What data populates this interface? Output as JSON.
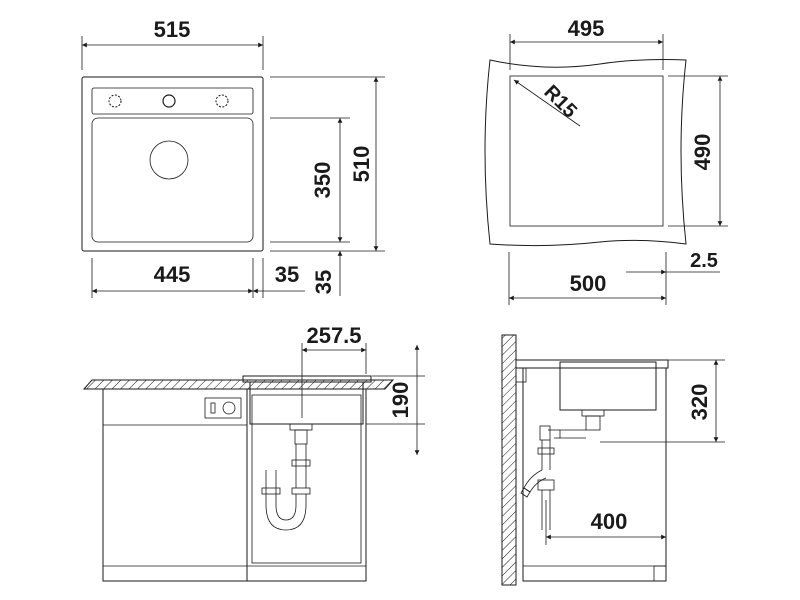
{
  "top_plan": {
    "overall_width": "515",
    "overall_depth": "510",
    "basin_depth": "350",
    "basin_width": "445",
    "right_margin": "35",
    "front_margin": "35"
  },
  "cutout": {
    "top_width": "495",
    "bowl_depth": "490",
    "corner_radius": "R15",
    "bottom_width": "500",
    "tolerance": "2.5"
  },
  "front_elevation": {
    "drain_offset": "257.5",
    "bowl_height": "190"
  },
  "side_elevation": {
    "height_to_outlet": "320",
    "trap_reach": "400"
  }
}
